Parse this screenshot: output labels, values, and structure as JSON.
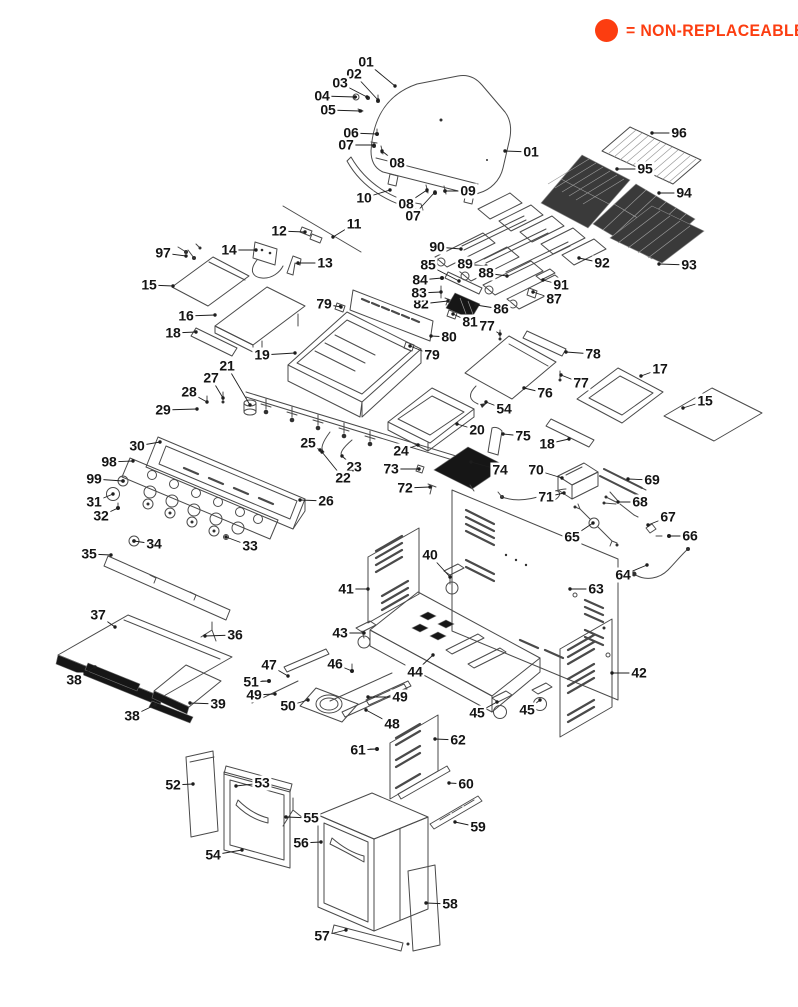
{
  "legend": {
    "symbol": "non-replaceable-dot",
    "symbol_color": "#FC3D10",
    "label": "= NON-REPLACEABLE",
    "text_color": "#FC3D10"
  },
  "diagram": {
    "type": "exploded-parts-diagram",
    "callouts": [
      [
        "01",
        366,
        62,
        395,
        86
      ],
      [
        "02",
        354,
        74,
        378,
        100
      ],
      [
        "03",
        340,
        83,
        367,
        97
      ],
      [
        "04",
        322,
        96,
        355,
        97
      ],
      [
        "05",
        328,
        110,
        360,
        111
      ],
      [
        "06",
        351,
        133,
        377,
        134
      ],
      [
        "07",
        346,
        145,
        374,
        145
      ],
      [
        "08",
        397,
        163,
        382,
        151
      ],
      [
        "01",
        531,
        152,
        505,
        151
      ],
      [
        "09",
        468,
        191,
        445,
        191
      ],
      [
        "10",
        364,
        198,
        390,
        190
      ],
      [
        "08",
        406,
        204,
        427,
        190
      ],
      [
        "07",
        413,
        216,
        435,
        192
      ],
      [
        "11",
        354,
        224,
        333,
        237
      ],
      [
        "12",
        279,
        231,
        305,
        232
      ],
      [
        "13",
        325,
        263,
        298,
        263
      ],
      [
        "14",
        229,
        250,
        256,
        250
      ],
      [
        "97",
        163,
        253,
        186,
        256
      ],
      [
        "15",
        149,
        285,
        173,
        286
      ],
      [
        "16",
        186,
        316,
        215,
        315
      ],
      [
        "18",
        173,
        333,
        196,
        332
      ],
      [
        "19",
        262,
        355,
        295,
        353
      ],
      [
        "79",
        324,
        304,
        341,
        307
      ],
      [
        "80",
        449,
        337,
        431,
        336
      ],
      [
        "79",
        432,
        355,
        410,
        346
      ],
      [
        "82",
        421,
        304,
        448,
        301
      ],
      [
        "83",
        419,
        293,
        441,
        292
      ],
      [
        "84",
        420,
        280,
        442,
        278
      ],
      [
        "85",
        428,
        265,
        459,
        281
      ],
      [
        "86",
        501,
        309,
        476,
        305
      ],
      [
        "81",
        470,
        322,
        453,
        314
      ],
      [
        "77",
        487,
        326,
        500,
        334
      ],
      [
        "87",
        554,
        299,
        533,
        292
      ],
      [
        "91",
        561,
        285,
        543,
        280
      ],
      [
        "88",
        486,
        273,
        507,
        276
      ],
      [
        "89",
        465,
        264,
        486,
        266
      ],
      [
        "90",
        437,
        247,
        461,
        249
      ],
      [
        "92",
        602,
        263,
        579,
        258
      ],
      [
        "93",
        689,
        265,
        659,
        264
      ],
      [
        "94",
        684,
        193,
        659,
        193
      ],
      [
        "95",
        645,
        169,
        617,
        169
      ],
      [
        "96",
        679,
        133,
        652,
        133
      ],
      [
        "78",
        593,
        354,
        566,
        352
      ],
      [
        "77",
        581,
        383,
        561,
        375
      ],
      [
        "17",
        660,
        369,
        641,
        376
      ],
      [
        "76",
        545,
        393,
        524,
        388
      ],
      [
        "54",
        504,
        409,
        486,
        402
      ],
      [
        "15",
        705,
        401,
        683,
        408
      ],
      [
        "20",
        477,
        430,
        457,
        424
      ],
      [
        "75",
        523,
        436,
        503,
        434
      ],
      [
        "18",
        547,
        444,
        569,
        439
      ],
      [
        "24",
        401,
        451,
        418,
        445
      ],
      [
        "74",
        500,
        470,
        471,
        462
      ],
      [
        "73",
        391,
        469,
        419,
        469
      ],
      [
        "70",
        536,
        470,
        562,
        478
      ],
      [
        "72",
        405,
        488,
        430,
        487
      ],
      [
        "71",
        546,
        497,
        564,
        493
      ],
      [
        "65",
        572,
        537,
        593,
        523
      ],
      [
        "69",
        652,
        480,
        628,
        479
      ],
      [
        "68",
        640,
        502,
        618,
        502
      ],
      [
        "67",
        668,
        517,
        648,
        525
      ],
      [
        "66",
        690,
        536,
        669,
        536
      ],
      [
        "64",
        623,
        575,
        647,
        565
      ],
      [
        "63",
        596,
        589,
        570,
        589
      ],
      [
        "21",
        227,
        366,
        250,
        405
      ],
      [
        "27",
        211,
        378,
        223,
        398
      ],
      [
        "28",
        189,
        392,
        207,
        402
      ],
      [
        "29",
        163,
        410,
        197,
        409
      ],
      [
        "30",
        137,
        446,
        160,
        442
      ],
      [
        "25",
        308,
        443,
        320,
        450
      ],
      [
        "23",
        354,
        467,
        342,
        456
      ],
      [
        "22",
        343,
        478,
        322,
        452
      ],
      [
        "26",
        326,
        501,
        300,
        500
      ],
      [
        "98",
        109,
        462,
        133,
        461
      ],
      [
        "99",
        94,
        479,
        123,
        481
      ],
      [
        "31",
        94,
        502,
        113,
        494
      ],
      [
        "32",
        101,
        516,
        118,
        508
      ],
      [
        "34",
        154,
        544,
        134,
        541
      ],
      [
        "33",
        250,
        546,
        226,
        537
      ],
      [
        "35",
        89,
        554,
        111,
        555
      ],
      [
        "36",
        235,
        635,
        205,
        636
      ],
      [
        "37",
        98,
        615,
        115,
        627
      ],
      [
        "38",
        74,
        680,
        95,
        667
      ],
      [
        "39",
        218,
        704,
        190,
        703
      ],
      [
        "38",
        132,
        716,
        155,
        705
      ],
      [
        "40",
        430,
        555,
        450,
        577
      ],
      [
        "41",
        346,
        589,
        368,
        589
      ],
      [
        "43",
        340,
        633,
        364,
        633
      ],
      [
        "44",
        415,
        672,
        433,
        655
      ],
      [
        "46",
        335,
        664,
        352,
        671
      ],
      [
        "47",
        269,
        665,
        288,
        676
      ],
      [
        "51",
        251,
        682,
        269,
        681
      ],
      [
        "49",
        254,
        695,
        275,
        694
      ],
      [
        "50",
        288,
        706,
        308,
        700
      ],
      [
        "49",
        400,
        697,
        368,
        697
      ],
      [
        "48",
        392,
        724,
        366,
        710
      ],
      [
        "45",
        477,
        713,
        497,
        702
      ],
      [
        "45",
        527,
        710,
        540,
        700
      ],
      [
        "42",
        639,
        673,
        612,
        673
      ],
      [
        "61",
        358,
        750,
        377,
        749
      ],
      [
        "62",
        458,
        740,
        435,
        739
      ],
      [
        "60",
        466,
        784,
        449,
        783
      ],
      [
        "59",
        478,
        827,
        455,
        822
      ],
      [
        "58",
        450,
        904,
        426,
        903
      ],
      [
        "52",
        173,
        785,
        193,
        784
      ],
      [
        "53",
        262,
        783,
        236,
        786
      ],
      [
        "55",
        311,
        818,
        286,
        817
      ],
      [
        "54",
        213,
        855,
        242,
        850
      ],
      [
        "56",
        301,
        843,
        321,
        842
      ],
      [
        "57",
        322,
        936,
        346,
        930
      ]
    ]
  }
}
